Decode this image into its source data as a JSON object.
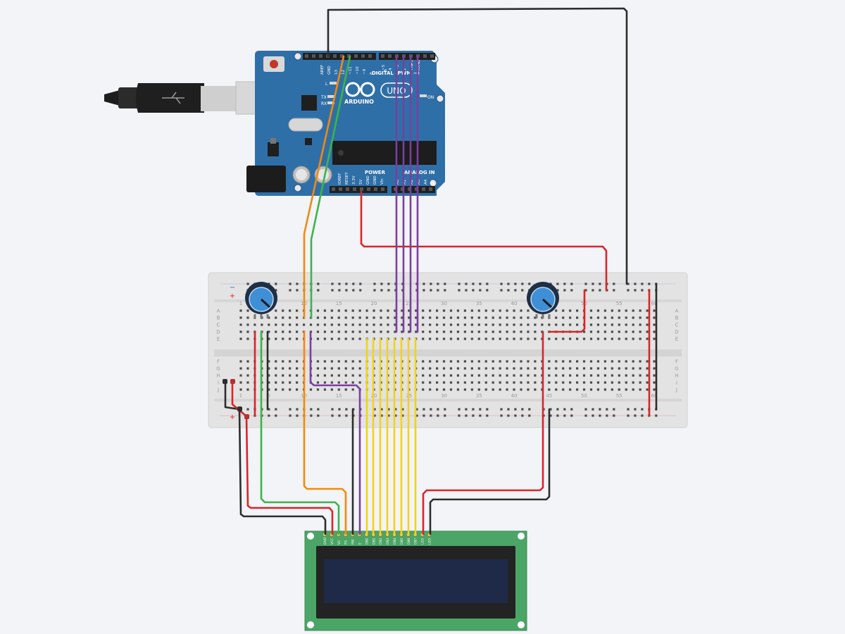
{
  "arduino": {
    "brand": "ARDUINO",
    "model": "UNO",
    "digital_label": "DIGITAL (PWM ~)",
    "power_label": "POWER",
    "analog_label": "ANALOG IN",
    "on_label": "ON",
    "led_labels": [
      "L",
      "TX",
      "RX"
    ],
    "digital_pins": [
      "AREF",
      "GND",
      "13",
      "12",
      "~11",
      "~10",
      "~9",
      "8",
      "7",
      "~6",
      "~5",
      "4",
      "~3",
      "2",
      "TX►1",
      "RX◄0"
    ],
    "power_pins": [
      "IOREF",
      "RESET",
      "3.3V",
      "5V",
      "GND",
      "GND",
      "Vin"
    ],
    "analog_pins": [
      "A0",
      "A1",
      "A2",
      "A3",
      "A4",
      "A5"
    ]
  },
  "breadboard": {
    "column_numbers": [
      "1",
      "5",
      "10",
      "15",
      "20",
      "25",
      "30",
      "35",
      "40",
      "45",
      "50",
      "55",
      "60"
    ],
    "row_letters_top": [
      "A",
      "B",
      "C",
      "D",
      "E"
    ],
    "row_letters_bottom": [
      "F",
      "G",
      "H",
      "I",
      "J"
    ],
    "rail_minus": "−",
    "rail_plus": "+"
  },
  "lcd": {
    "pin_labels": [
      "GND",
      "VCC",
      "V0",
      "RS",
      "RW",
      "E",
      "DB0",
      "DB1",
      "DB2",
      "DB3",
      "DB4",
      "DB5",
      "DB6",
      "DB7",
      "LED",
      "LED"
    ]
  },
  "colors": {
    "background": "#f2f4f7",
    "arduino_board": "#2f6fa7",
    "breadboard": "#e2e2e2",
    "lcd_pcb": "#4ba566",
    "lcd_screen": "#1e2a48",
    "wire_black": "#2d2d2d",
    "wire_red": "#d9252a",
    "wire_orange": "#ef8a12",
    "wire_green": "#3cb44b",
    "wire_purple": "#7b3fa0",
    "wire_yellow": "#f2d21b",
    "pot_knob": "#3f8fd6"
  }
}
